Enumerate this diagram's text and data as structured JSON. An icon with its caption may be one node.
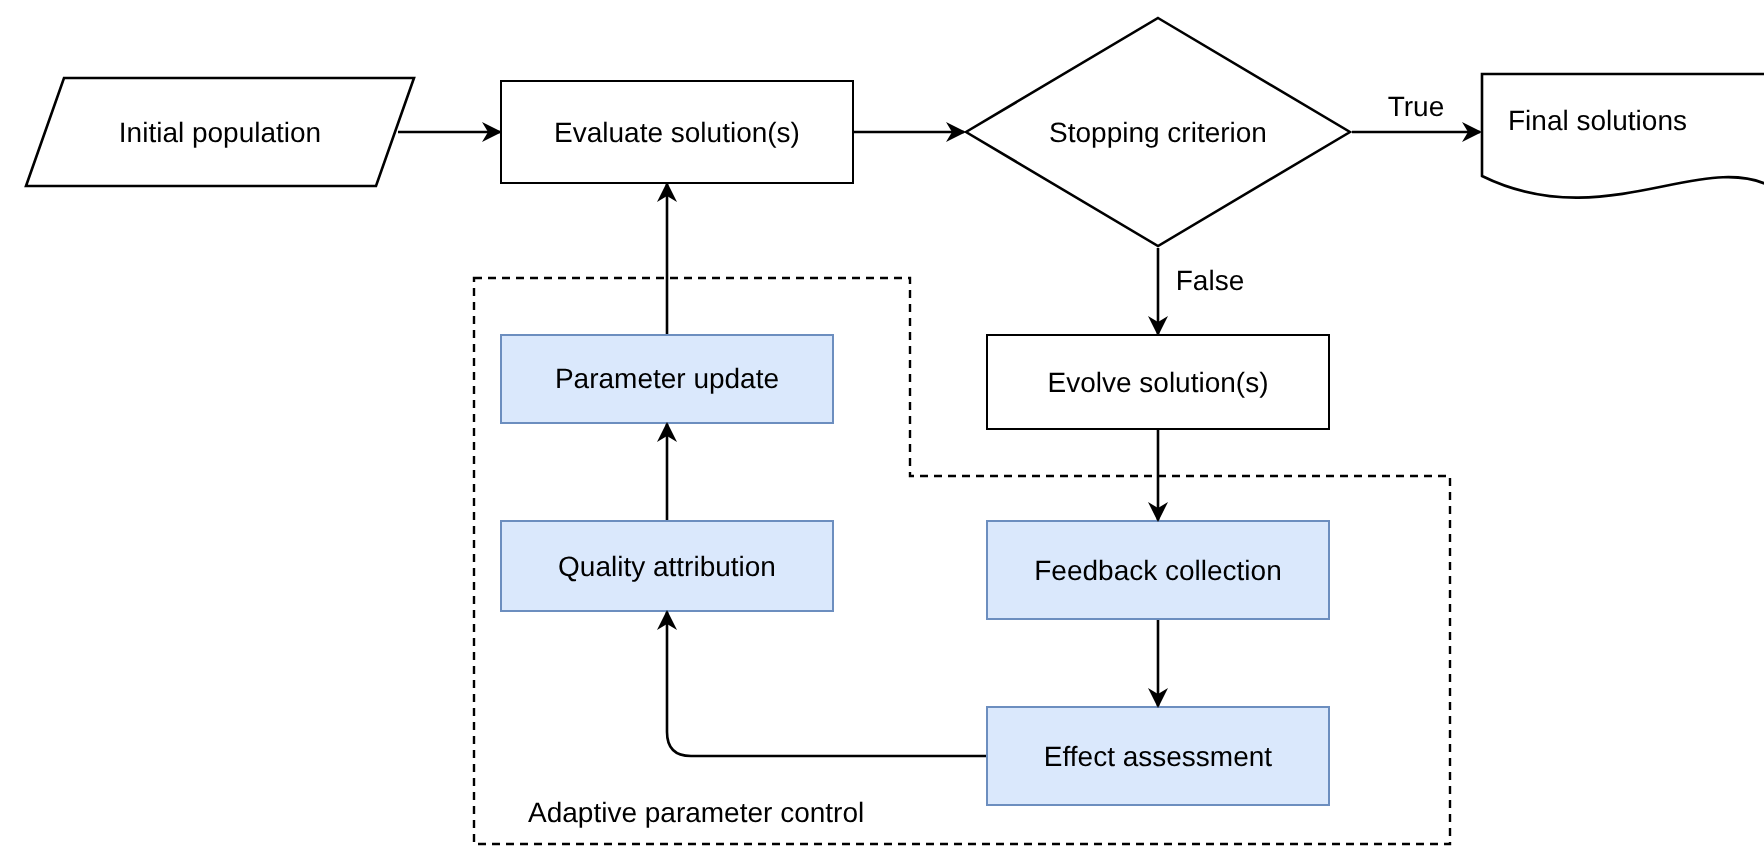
{
  "diagram": {
    "nodes": [
      {
        "text": [
          "Initial population"
        ]
      },
      {
        "text": [
          "Evaluate solution(s)"
        ]
      },
      {
        "text": [
          "Stopping criterion"
        ]
      },
      {
        "text": [
          "Final solutions"
        ]
      },
      {
        "text": [
          "Evolve solution(s)"
        ]
      },
      {
        "text": [
          "Adaptive parameter control"
        ]
      },
      {
        "text": [
          "Parameter update"
        ],
        "in": 5
      },
      {
        "text": [
          "Quality attribution"
        ],
        "in": 5
      },
      {
        "text": [
          "Feedback collection"
        ],
        "in": 5
      },
      {
        "text": [
          "Effect assessment"
        ],
        "in": 5
      }
    ],
    "edges": [
      {
        "from": 0,
        "to": 1,
        "arrow": "to"
      },
      {
        "from": 1,
        "to": 2,
        "arrow": "to"
      },
      {
        "from": 2,
        "to": 3,
        "arrow": "to",
        "label": "True"
      },
      {
        "from": 2,
        "to": 4,
        "arrow": "to",
        "label": "False"
      },
      {
        "from": 4,
        "to": 8,
        "arrow": "to"
      },
      {
        "from": 8,
        "to": 9,
        "arrow": "to"
      },
      {
        "from": 9,
        "to": 7,
        "arrow": "to"
      },
      {
        "from": 7,
        "to": 6,
        "arrow": "to"
      },
      {
        "from": 6,
        "to": 1,
        "arrow": "to"
      }
    ]
  }
}
